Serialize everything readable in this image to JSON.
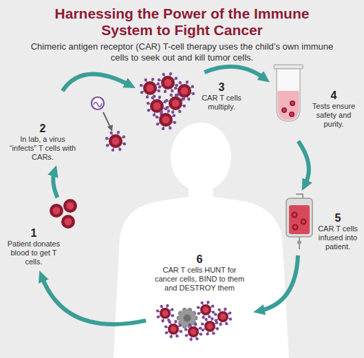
{
  "diagram": {
    "title": "Harnessing the Power of the Immune System to Fight Cancer",
    "caption": "Chimeric antigen receptor (CAR) T-cell therapy uses the child’s own immune cells to seek out and kill tumor cells.",
    "nodes": [
      {
        "text": [
          "1",
          "Patient donates blood to get T cells."
        ]
      },
      {
        "text": [
          "2",
          "In lab, a virus “infects” T cells with CARs."
        ]
      },
      {
        "text": [
          "3",
          "CAR T cells multiply."
        ]
      },
      {
        "text": [
          "4",
          "Tests ensure safety and purity."
        ]
      },
      {
        "text": [
          "5",
          "CAR T cells infused into patient."
        ]
      },
      {
        "text": [
          "6",
          "CAR T cells HUNT for cancer cells, BIND to them and DESTROY them"
        ]
      }
    ],
    "edges": [
      {
        "from": 0,
        "to": 1,
        "arrow": "to"
      },
      {
        "from": 1,
        "to": 2,
        "arrow": "to"
      },
      {
        "from": 2,
        "to": 3,
        "arrow": "to"
      },
      {
        "from": 3,
        "to": 4,
        "arrow": "to"
      },
      {
        "from": 4,
        "to": 5,
        "arrow": "to"
      },
      {
        "from": 5,
        "to": 0,
        "arrow": "to"
      }
    ]
  }
}
